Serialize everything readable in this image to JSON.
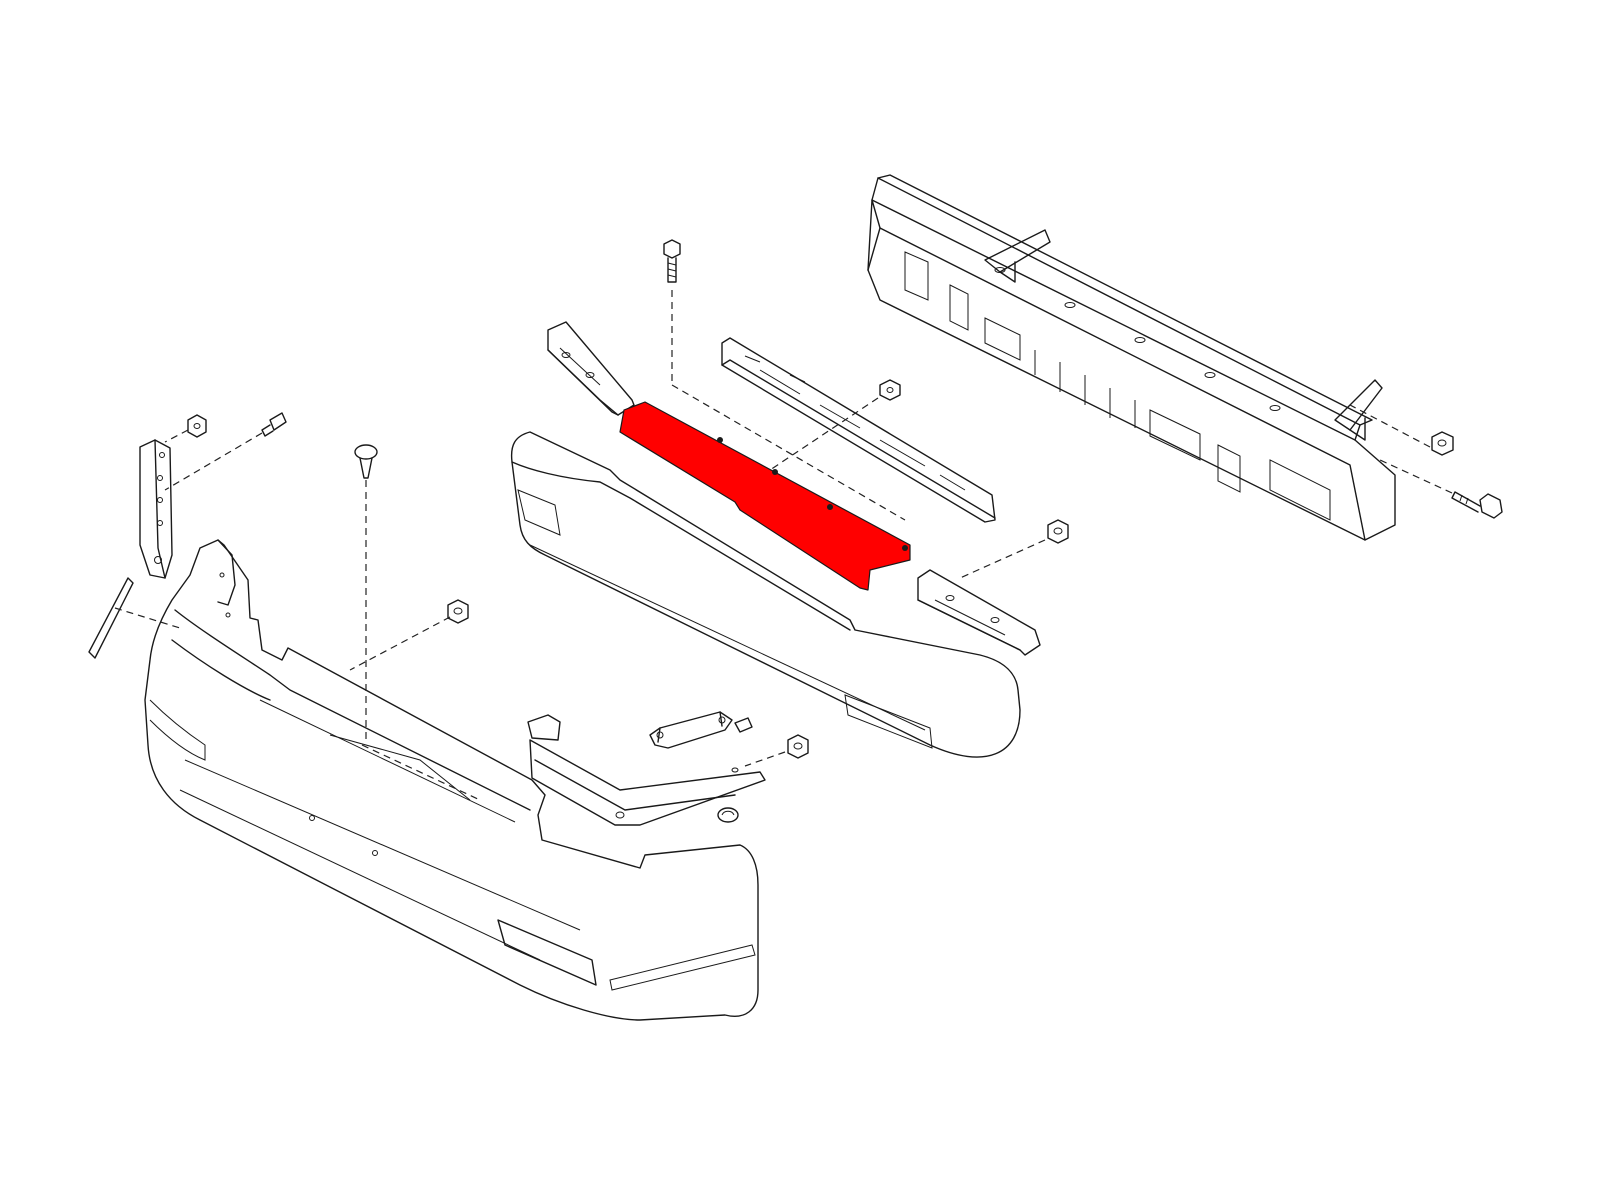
{
  "diagram": {
    "highlight_color": "#ff0000",
    "line_color": "#1a1a1a",
    "background_color": "#ffffff",
    "parts": [
      {
        "name": "bumper-cover-front",
        "highlighted": false
      },
      {
        "name": "bumper-absorber",
        "highlighted": false
      },
      {
        "name": "bumper-reinforcement",
        "highlighted": true
      },
      {
        "name": "bumper-armature",
        "highlighted": false
      },
      {
        "name": "retainer-upper",
        "highlighted": false
      },
      {
        "name": "side-bracket-left",
        "highlighted": false
      },
      {
        "name": "side-bracket-right",
        "highlighted": false
      },
      {
        "name": "mounting-bracket-left",
        "highlighted": false
      },
      {
        "name": "grille-molding-strip",
        "highlighted": false
      },
      {
        "name": "bumper-stay-bracket",
        "highlighted": false
      },
      {
        "name": "clip",
        "highlighted": false
      },
      {
        "name": "nut",
        "highlighted": false
      },
      {
        "name": "bolt",
        "highlighted": false
      }
    ]
  }
}
